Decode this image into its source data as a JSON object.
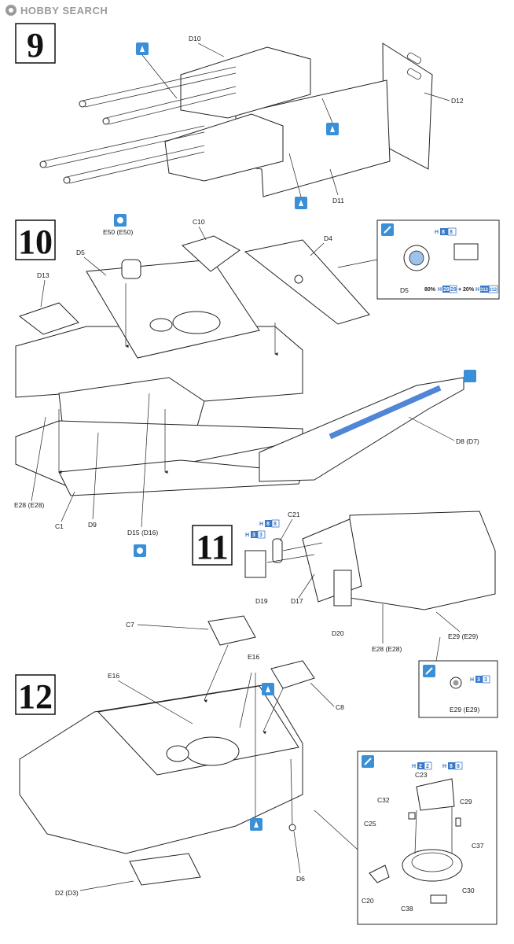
{
  "watermark": {
    "brand": "HOBBY SEARCH"
  },
  "steps": {
    "s9": {
      "number": "9"
    },
    "s10": {
      "number": "10"
    },
    "s11": {
      "number": "11"
    },
    "s12": {
      "number": "12"
    }
  },
  "step9": {
    "D10": "D10",
    "D12": "D12",
    "D11": "D11"
  },
  "step10": {
    "E50": "E50 (E50)",
    "C10": "C10",
    "D4": "D4",
    "D5": "D5",
    "D13": "D13",
    "D8": "D8 (D7)",
    "E28": "E28 (E28)",
    "C1": "C1",
    "D9": "D9",
    "D15": "D15 (D16)",
    "inset": {
      "D5": "D5",
      "code1_h": "H",
      "code1_a": "8",
      "code1_b": "8",
      "mix_text_a": "80%",
      "mix_h1": "H",
      "mix_c1": "29",
      "mix_c2": "29",
      "mix_text_b": "+ 20%",
      "mix_h2": "H",
      "mix_c3": "312",
      "mix_c4": "312"
    }
  },
  "step11": {
    "C21": "C21",
    "D19": "D19",
    "D17": "D17",
    "D20": "D20",
    "E28": "E28 (E28)",
    "E29": "E29 (E29)",
    "code_a_h": "H",
    "code_a_1": "8",
    "code_a_2": "8",
    "code_b_h": "H",
    "code_b_1": "3",
    "code_b_2": "3",
    "inset": {
      "E29": "E29 (E29)",
      "code_h": "H",
      "code_1": "3",
      "code_2": "3"
    }
  },
  "step12": {
    "C7": "C7",
    "E16a": "E16",
    "E16b": "E16",
    "C8": "C8",
    "D6": "D6",
    "D2": "D2 (D3)",
    "inset": {
      "C23": "C23",
      "C29": "C29",
      "C32": "C32",
      "C25": "C25",
      "C37": "C37",
      "C20": "C20",
      "C38": "C38",
      "C30": "C30",
      "code_a_h": "H",
      "code_a_1": "2",
      "code_a_2": "2",
      "code_b_h": "H",
      "code_b_1": "8",
      "code_b_2": "8"
    }
  }
}
